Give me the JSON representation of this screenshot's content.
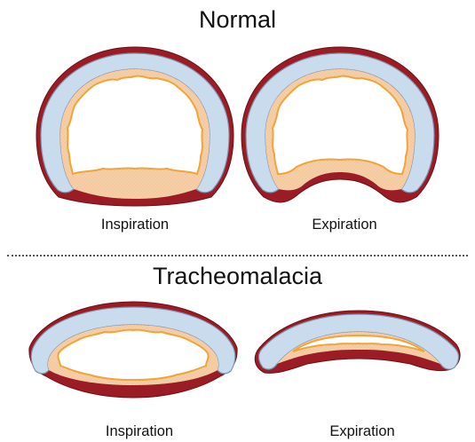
{
  "normal": {
    "title": "Normal",
    "inspiration_label": "Inspiration",
    "expiration_label": "Expiration"
  },
  "tracheomalacia": {
    "title": "Tracheomalacia",
    "inspiration_label": "Inspiration",
    "expiration_label": "Expiration"
  },
  "colors": {
    "outer_wall": "#9b1c24",
    "outer_wall_stroke": "#6e1016",
    "cartilage": "#c9dcee",
    "cartilage_stroke": "#7d93ad",
    "submucosa": "#f6cfa8",
    "mucosa_edge": "#f0a43a",
    "lumen": "#ffffff"
  }
}
